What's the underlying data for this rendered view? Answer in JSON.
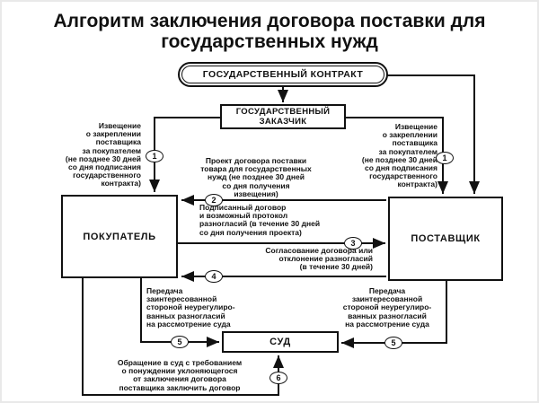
{
  "title": "Алгоритм заключения договора поставки для\nгосударственных нужд",
  "nodes": {
    "contract": "ГОСУДАРСТВЕННЫЙ КОНТРАКТ",
    "customer": "ГОСУДАРСТВЕННЫЙ\nЗАКАЗЧИК",
    "buyer": "ПОКУПАТЕЛЬ",
    "supplier": "ПОСТАВЩИК",
    "court": "СУД"
  },
  "labels": {
    "notice_left": "Извещение\nо закреплении\nпоставщика\nза покупателем\n(не позднее 30 дней\nсо дня подписания\nгосударственного\nконтракта)",
    "notice_right": "Извещение\nо закреплении\nпоставщика\nза покупателем\n(не позднее 30 дней\nсо дня подписания\nгосударственного\nконтракта)",
    "draft": "Проект договора поставки\nтовара для государственных\nнужд (не позднее 30 дней\nсо дня получения\nизвещения)",
    "signed": "Подписанный договор\nи возможный протокол\nразногласий (в течение 30 дней\nсо дня получения проекта)",
    "agree": "Согласование договора или\nотклонение разногласий\n(в течение 30 дней)",
    "transfer_left": "Передача\nзаинтересованной\nстороной неурегулиро-\nванных разногласий\nна рассмотрение суда",
    "transfer_right": "Передача\nзаинтересованной\nстороной неурегулиро-\nванных разногласий\nна рассмотрение суда",
    "appeal": "Обращение в суд с требованием\nо понуждении уклоняющегося\nот заключения договора\nпоставщика заключить договор"
  },
  "steps": {
    "s1_left": "1",
    "s1_right": "1",
    "s2": "2",
    "s3": "3",
    "s4": "4",
    "s5_left": "5",
    "s5_right": "5",
    "s6": "6"
  },
  "colors": {
    "ink": "#111111",
    "background": "#ffffff"
  }
}
